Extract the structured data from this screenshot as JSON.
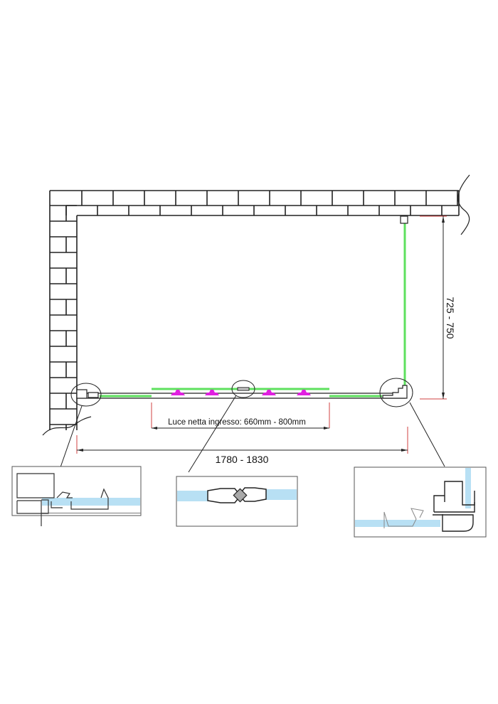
{
  "dimensions": {
    "opening_label": "Luce netta ingresso: 660mm - 800mm",
    "width_label": "1780 - 1830",
    "depth_label": "725 - 750"
  },
  "colors": {
    "glass": "#5ee05e",
    "rollers": "#e020e0",
    "dimension_ticks": "#d04040",
    "glass_section": "#b8e0f4"
  }
}
